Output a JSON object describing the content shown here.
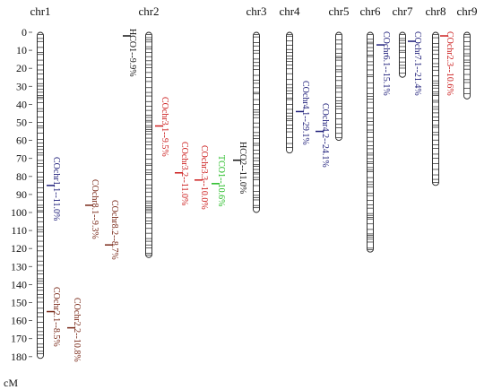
{
  "map": {
    "unit": "cM",
    "axis_range_cM": [
      0,
      180
    ],
    "axis_ticks_cM": [
      0,
      10,
      20,
      30,
      40,
      50,
      60,
      70,
      80,
      90,
      100,
      110,
      120,
      130,
      140,
      150,
      160,
      170,
      180
    ],
    "chromosomes": [
      {
        "name": "chr1",
        "length_cM": 181
      },
      {
        "name": "chr2",
        "length_cM": 125
      },
      {
        "name": "chr3",
        "length_cM": 100
      },
      {
        "name": "chr4",
        "length_cM": 67
      },
      {
        "name": "chr5",
        "length_cM": 60
      },
      {
        "name": "chr6",
        "length_cM": 122
      },
      {
        "name": "chr7",
        "length_cM": 25
      },
      {
        "name": "chr8",
        "length_cM": 85
      },
      {
        "name": "chr9",
        "length_cM": 37
      }
    ],
    "qtls": [
      {
        "label": "COchr1.1--11.0%",
        "chromosome": "chr1",
        "peak_cM": 85,
        "color": "#1f1f7a"
      },
      {
        "label": "COchr2.1--8.5%",
        "chromosome": "chr1",
        "peak_cM": 155,
        "color": "#7a2a1a"
      },
      {
        "label": "COchr2.2--10.8%",
        "chromosome": "chr1",
        "peak_cM": 164,
        "color": "#7a2a1a"
      },
      {
        "label": "COchr8.1--9.3%",
        "chromosome": "chr1",
        "peak_cM": 96,
        "color": "#7a2a1a"
      },
      {
        "label": "COchr8.2--8.7%",
        "chromosome": "chr1",
        "peak_cM": 118,
        "color": "#7a2a1a"
      },
      {
        "label": "HCO1--9.9%",
        "chromosome": "chr2",
        "peak_cM": 2,
        "color": "#111111"
      },
      {
        "label": "COchr3.1--9.5%",
        "chromosome": "chr2",
        "peak_cM": 52,
        "color": "#cc1f1f"
      },
      {
        "label": "COchr3.2--11.0%",
        "chromosome": "chr2",
        "peak_cM": 78,
        "color": "#cc1f1f"
      },
      {
        "label": "COchr3.3--10.0%",
        "chromosome": "chr2",
        "peak_cM": 82,
        "color": "#cc1f1f"
      },
      {
        "label": "TCO1--10.6%",
        "chromosome": "chr2",
        "peak_cM": 84,
        "color": "#22bb22"
      },
      {
        "label": "HCO2--11.0%",
        "chromosome": "chr3",
        "peak_cM": 71,
        "color": "#111111"
      },
      {
        "label": "COchr4.1--29.1%",
        "chromosome": "chr4",
        "peak_cM": 44,
        "color": "#1f1f7a"
      },
      {
        "label": "COchr4.2--24.1%",
        "chromosome": "chr4",
        "peak_cM": 55,
        "color": "#1f1f7a"
      },
      {
        "label": "COchr6.1--15.1%",
        "chromosome": "chr6",
        "peak_cM": 7,
        "color": "#1f1f7a"
      },
      {
        "label": "COchr7.1--21.4%",
        "chromosome": "chr7",
        "peak_cM": 5,
        "color": "#1f1f7a"
      },
      {
        "label": "COchr2.3--10.6%",
        "chromosome": "chr8",
        "peak_cM": 2,
        "color": "#cc1f1f"
      }
    ]
  }
}
